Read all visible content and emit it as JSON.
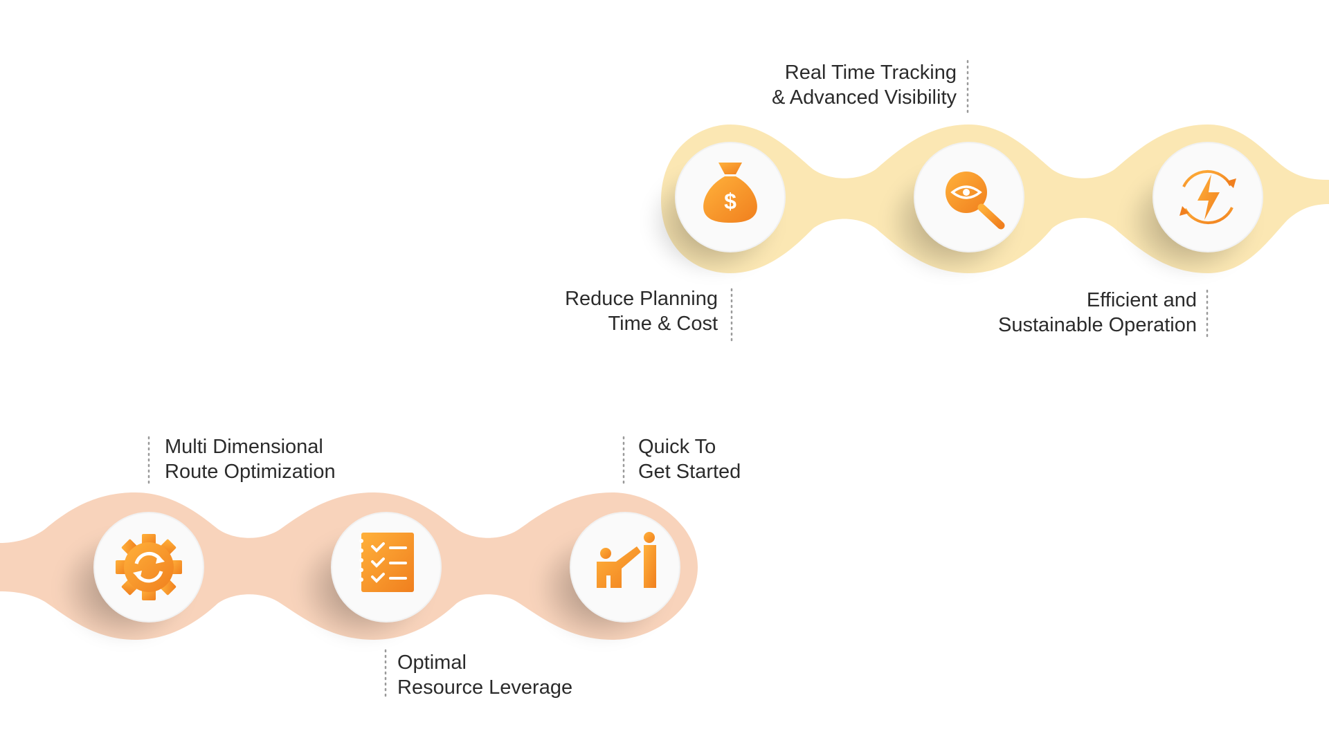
{
  "features": [
    {
      "id": "reduce-planning",
      "icon": "money-bag-icon",
      "lines": [
        "Reduce Planning",
        "Time & Cost"
      ]
    },
    {
      "id": "real-time-tracking",
      "icon": "eye-search-icon",
      "lines": [
        "Real Time Tracking",
        "& Advanced Visibility"
      ]
    },
    {
      "id": "efficient-operation",
      "icon": "energy-cycle-icon",
      "lines": [
        "Efficient and",
        "Sustainable Operation"
      ]
    },
    {
      "id": "route-optimization",
      "icon": "gear-refresh-icon",
      "lines": [
        "Multi Dimensional",
        "Route Optimization"
      ]
    },
    {
      "id": "resource-leverage",
      "icon": "checklist-icon",
      "lines": [
        "Optimal",
        "Resource Leverage"
      ]
    },
    {
      "id": "quick-start",
      "icon": "presenter-icon",
      "lines": [
        "Quick To",
        "Get Started"
      ]
    }
  ],
  "colors": {
    "ribbon_top": "#fbe7b3",
    "ribbon_bottom": "#f8d3bb",
    "icon_light": "#ffb13b",
    "icon_dark": "#f07f1e",
    "circle": "#fafafa",
    "text": "#2b2b2b",
    "divider": "#9a9a9a"
  }
}
